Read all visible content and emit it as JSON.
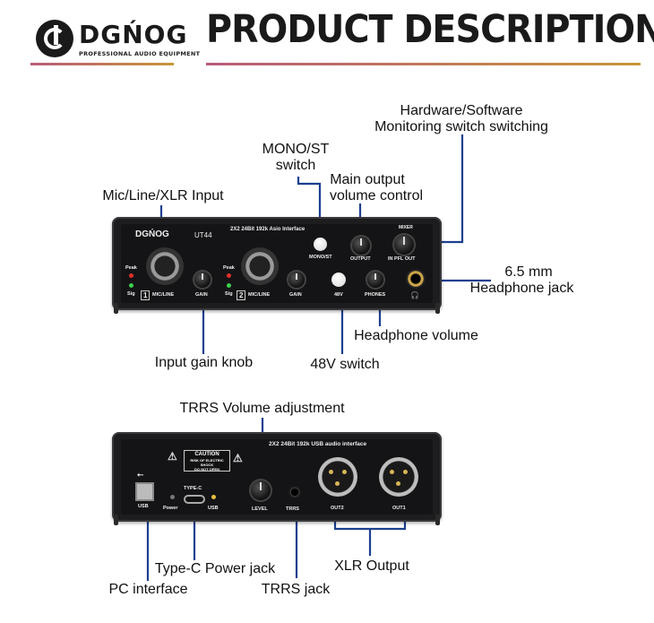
{
  "header": {
    "brand": "DGŃOG",
    "brand_sub": "PROFESSIONAL AUDIO EQUIPMENT",
    "title": "PRODUCT DESCRIPTION"
  },
  "front_labels": {
    "hw_sw_1": "Hardware/Software",
    "hw_sw_2": "Monitoring switch switching",
    "mono_1": "MONO/ST",
    "mono_2": "switch",
    "main_out_1": "Main output",
    "main_out_2": "volume control",
    "mic_input": "Mic/Line/XLR Input",
    "hp_jack_1": "6.5 mm",
    "hp_jack_2": "Headphone jack",
    "hp_volume": "Headphone volume",
    "gain_knob": "Input gain knob",
    "switch_48v": "48V switch"
  },
  "front_panel": {
    "brand": "DGŃOG",
    "model": "UT44",
    "spec": "2X2 24Bit 192k Asio Interface",
    "peak": "Peak",
    "sig": "Sig",
    "ch1": "1",
    "ch2": "2",
    "mic_line": "MIC/LINE",
    "gain": "GAIN",
    "mono_st": "MONO/ST",
    "output": "OUTPUT",
    "v48": "48V",
    "phones": "PHONES",
    "mixer": "MIXER",
    "in_pfl_out": "IN PFL OUT"
  },
  "back_labels": {
    "trrs_vol": "TRRS Volume adjustment",
    "type_c_power": "Type-C Power jack",
    "xlr_output": "XLR Output",
    "pc_interface": "PC interface",
    "trrs_jack": "TRRS jack"
  },
  "back_panel": {
    "spec": "2X2 24Bit 192k USB audio interface",
    "caution": "CAUTION",
    "caution_sub1": "RISK OF ELECTRIC SHOCK",
    "caution_sub2": "DO NOT OPEN",
    "usb": "USB",
    "power": "Power",
    "type_c": "TYPE-C",
    "usb_led": "USB",
    "level": "LEVEL",
    "trrs": "TRRS",
    "out2": "OUT2",
    "out1": "OUT1"
  },
  "colors": {
    "accent_line": "#1c3f8f",
    "underline_start": "#b85a7a",
    "underline_end": "#c8963a"
  }
}
